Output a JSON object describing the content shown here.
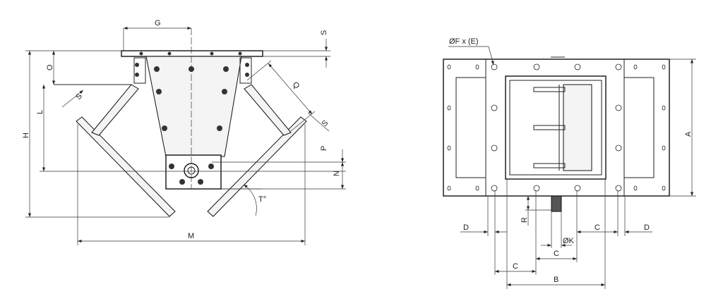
{
  "left_view": {
    "labels": {
      "G": "G",
      "S_top": "S",
      "O": "O",
      "L": "L",
      "H": "H",
      "S_left": "S",
      "Q": "Q",
      "S_right": "S",
      "P": "P",
      "N": "N",
      "T": "T°",
      "M": "M"
    }
  },
  "right_view": {
    "labels": {
      "hole_spec": "ØF x (E)",
      "A": "A",
      "D_left": "D",
      "R": "R",
      "C_right": "C",
      "D_right": "D",
      "K": "ØK",
      "C_mid": "C",
      "C_left": "C",
      "B": "B"
    }
  }
}
